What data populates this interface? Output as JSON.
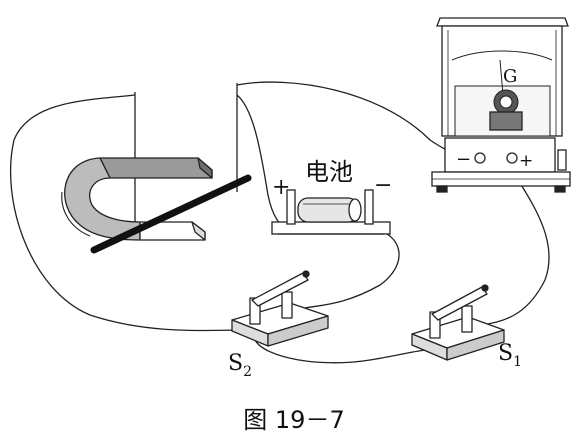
{
  "labels": {
    "galvanometer": "G",
    "battery": "电池",
    "battery_plus": "+",
    "battery_minus": "−",
    "meter_minus": "−",
    "meter_plus": "+",
    "switch_s2_letter": "S",
    "switch_s2_sub": "2",
    "switch_s1_letter": "S",
    "switch_s1_sub": "1"
  },
  "caption": "图 19－7"
}
